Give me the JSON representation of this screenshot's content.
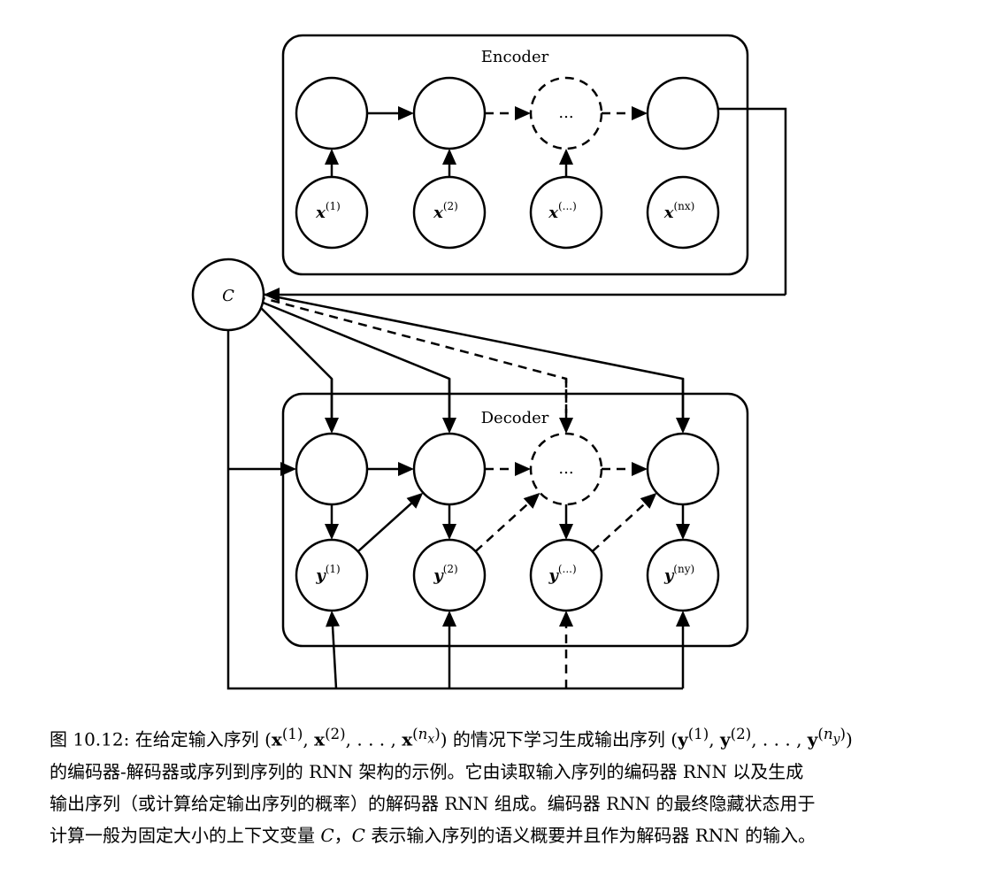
{
  "diagram": {
    "encoder_label": "Encoder",
    "decoder_label": "Decoder",
    "context_label": "C",
    "ellipsis": "...",
    "encoder_inputs": [
      {
        "base": "x",
        "sup": "(1)"
      },
      {
        "base": "x",
        "sup": "(2)"
      },
      {
        "base": "x",
        "sup": "(...)"
      },
      {
        "base": "x",
        "sup": "(n_x)"
      }
    ],
    "decoder_outputs": [
      {
        "base": "y",
        "sup": "(1)"
      },
      {
        "base": "y",
        "sup": "(2)"
      },
      {
        "base": "y",
        "sup": "(...)"
      },
      {
        "base": "y",
        "sup": "(n_y)"
      }
    ]
  },
  "caption": {
    "line1": "图 10.12: 在给定输入序列 (x(1), x(2), . . . , x(nx)) 的情况下学习生成输出序列 (y(1), y(2), . . . , y(ny))",
    "line2": "的编码器-解码器或序列到序列的 RNN 架构的示例。它由读取输入序列的编码器 RNN 以及生成",
    "line3": "输出序列（或计算给定输出序列的概率）的解码器 RNN 组成。编码器 RNN 的最终隐藏状态用于",
    "line4": "计算一般为固定大小的上下文变量 C，C 表示输入序列的语义概要并且作为解码器 RNN 的输入。"
  }
}
